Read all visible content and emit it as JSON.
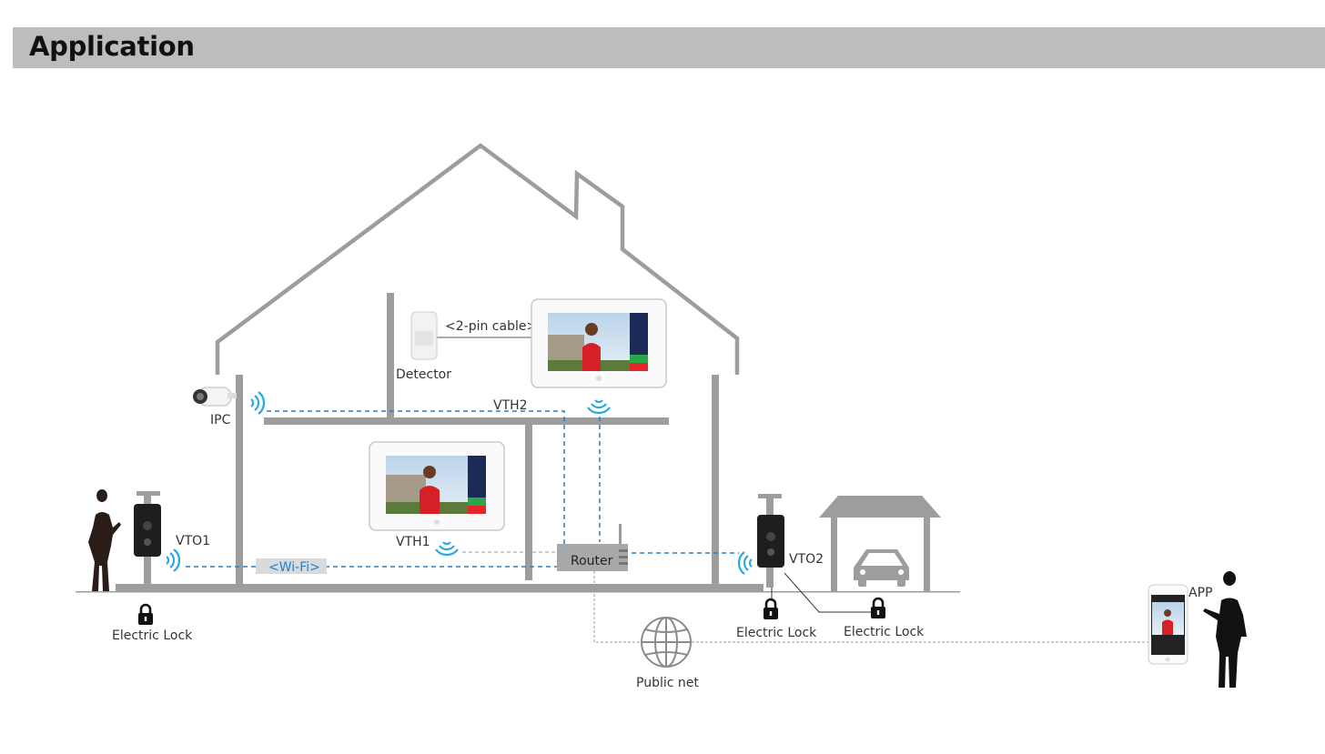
{
  "header": {
    "title": "Application"
  },
  "labels": {
    "ipc": "IPC",
    "detector": "Detector",
    "cable": "<2-pin cable>",
    "vth2": "VTH2",
    "vth1": "VTH1",
    "vto1": "VTO1",
    "vto2": "VTO2",
    "wifi": "<Wi-Fi>",
    "router": "Router",
    "public_net": "Public net",
    "app": "APP",
    "lock_vto1": "Electric Lock",
    "lock_vto2": "Electric Lock",
    "lock_garage": "Electric Lock"
  },
  "colors": {
    "structure": "#9d9d9d",
    "wifi_link": "#2a7fc4",
    "wifi_icon": "#29a9e1",
    "header_bg": "#bcbdbf"
  }
}
